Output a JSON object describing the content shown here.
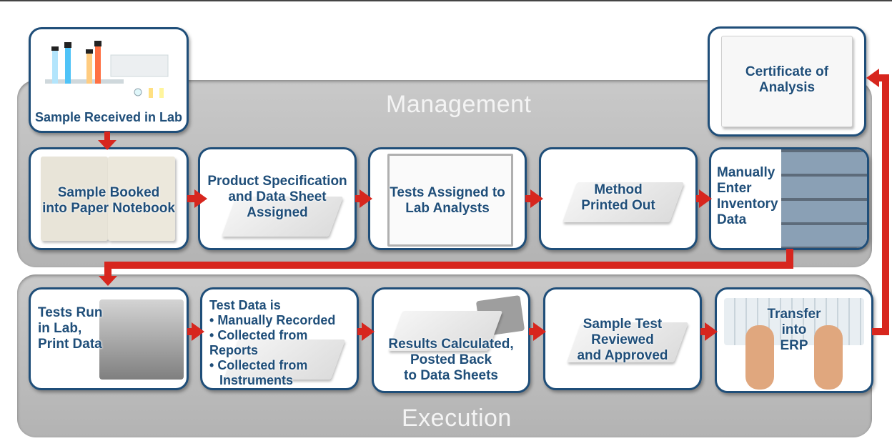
{
  "bands": {
    "management": "Management",
    "execution": "Execution"
  },
  "steps": {
    "sample_received": "Sample Received  in Lab",
    "certificate": [
      "Certificate of",
      "Analysis"
    ],
    "sample_booked": [
      "Sample Booked",
      "into Paper Notebook"
    ],
    "product_spec": [
      "Product Specification",
      "and Data Sheet",
      "Assigned"
    ],
    "tests_assigned": [
      "Tests Assigned to",
      "Lab Analysts"
    ],
    "method_printed": [
      "Method",
      "Printed Out"
    ],
    "manually_enter": [
      "Manually",
      "Enter",
      "Inventory",
      "Data"
    ],
    "tests_run": [
      "Tests Run",
      "in Lab,",
      "Print Data"
    ],
    "test_data_title": "Test Data is",
    "test_data_items": [
      "Manually Recorded",
      "Collected from Reports",
      "Collected from",
      "Instruments"
    ],
    "results_calculated": [
      "Results Calculated,",
      "Posted Back",
      "to Data Sheets"
    ],
    "sample_reviewed": [
      "Sample Test",
      "Reviewed",
      "and Approved"
    ],
    "transfer_erp": [
      "Transfer",
      "into",
      "ERP"
    ]
  },
  "colors": {
    "box_border": "#1f4e79",
    "label_text": "#1f4e79",
    "arrow": "#d7261e",
    "band": "#bdbdbd"
  }
}
